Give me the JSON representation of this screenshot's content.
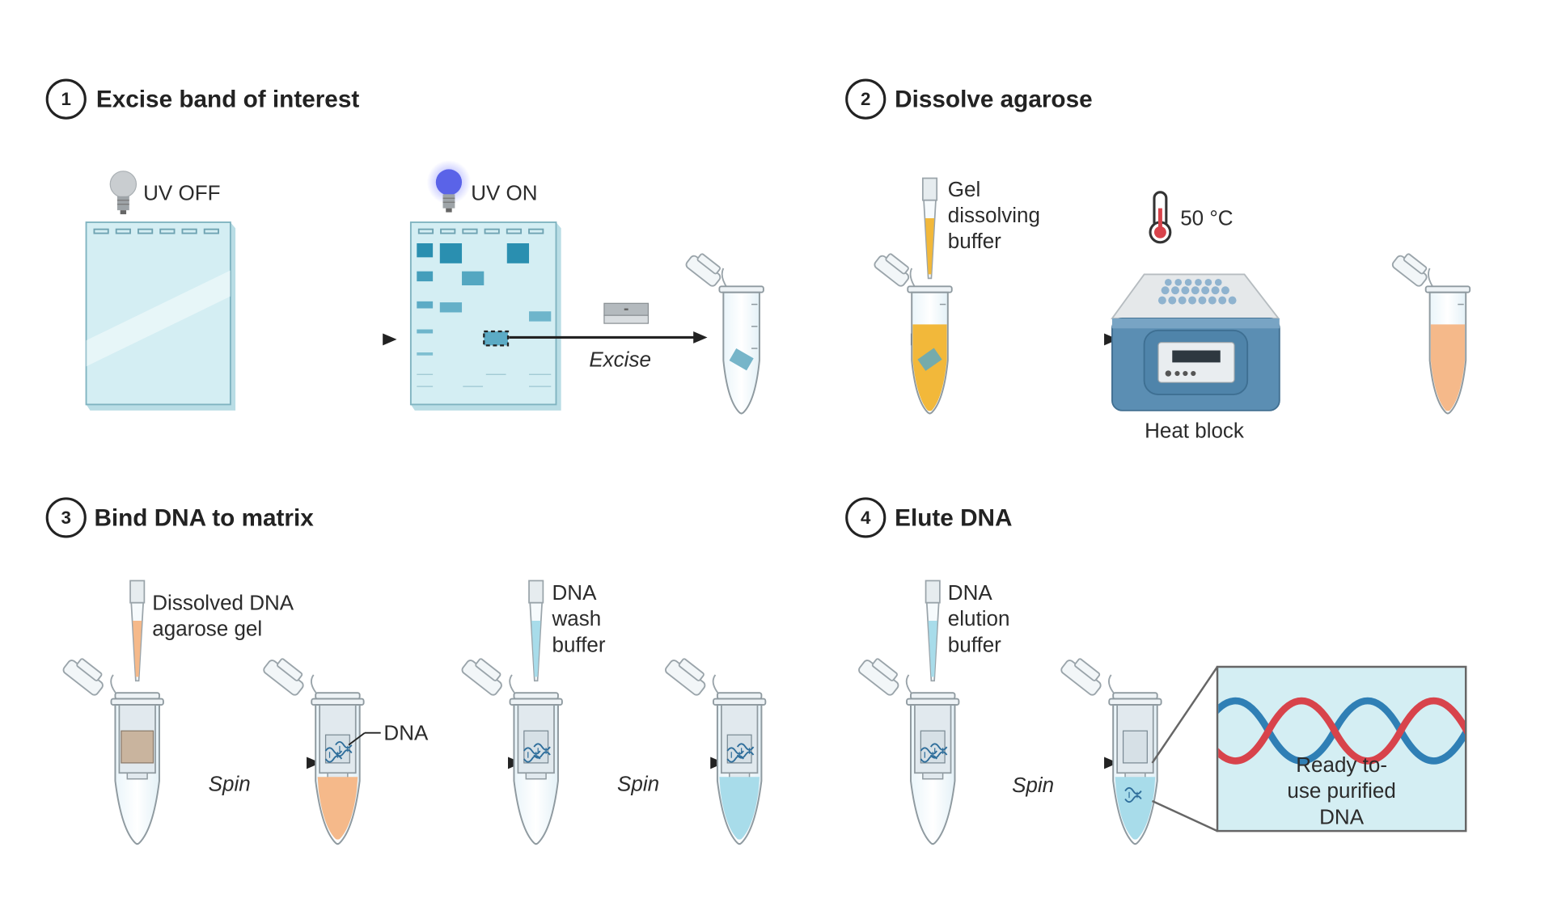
{
  "steps": [
    {
      "number": "1",
      "title": "Excise band of interest"
    },
    {
      "number": "2",
      "title": "Dissolve agarose"
    },
    {
      "number": "3",
      "title": "Bind DNA to matrix"
    },
    {
      "number": "4",
      "title": "Elute DNA"
    }
  ],
  "labels": {
    "uv_off": "UV OFF",
    "uv_on": "UV ON",
    "excise": "Excise",
    "gel_buffer": [
      "Gel",
      "dissolving",
      "buffer"
    ],
    "temperature": "50 °C",
    "heat_block": "Heat block",
    "dissolved": [
      "Dissolved DNA",
      "agarose gel"
    ],
    "dna": "DNA",
    "wash_buffer": [
      "DNA",
      "wash",
      "buffer"
    ],
    "elution_buffer": [
      "DNA",
      "elution",
      "buffer"
    ],
    "spin": "Spin",
    "ready": [
      "Ready to-",
      "use purified",
      "DNA"
    ]
  },
  "colors": {
    "gel": "#d4eef3",
    "band": "#2a8fb0",
    "yellow_buffer": "#f2b83a",
    "orange_liquid": "#f5b98a",
    "blue_liquid": "#a8dcea",
    "heat_block": "#5b8eb3",
    "dna_red": "#d8434b",
    "dna_blue": "#2f7fb5",
    "uv_bulb": "#5a63e8"
  },
  "icons": [
    "light-bulb-icon",
    "razor-blade-icon",
    "thermometer-icon",
    "heat-block-icon",
    "microcentrifuge-tube-icon",
    "pipette-icon",
    "dna-helix-icon",
    "spin-column-icon"
  ]
}
